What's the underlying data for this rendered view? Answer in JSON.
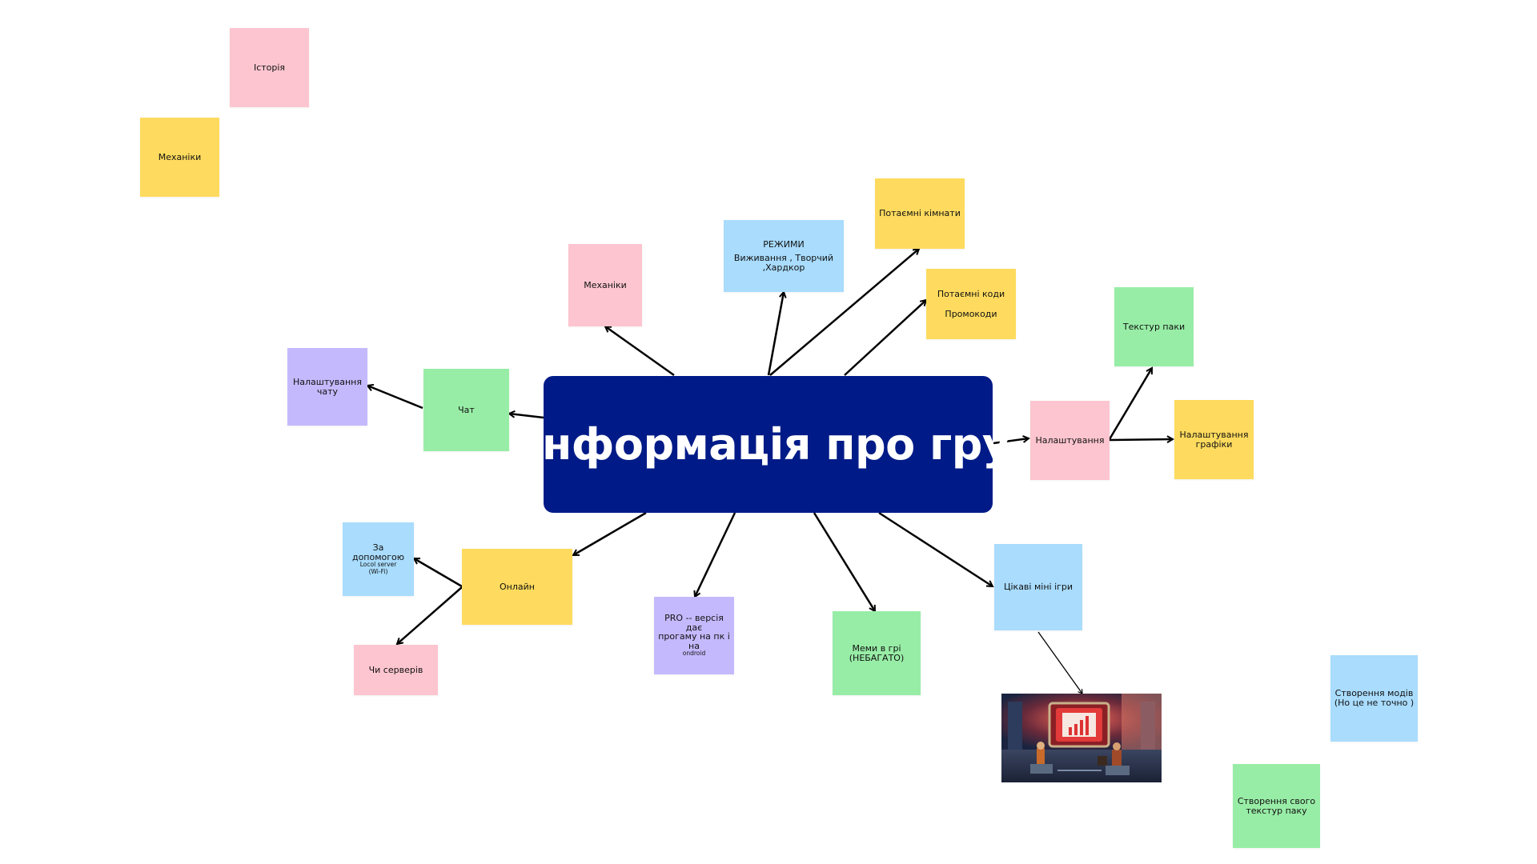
{
  "center": {
    "title": "Інформація про гру"
  },
  "notes": {
    "history": "Історія",
    "mechanics_top_left": "Механіки",
    "mechanics": "Механіки",
    "modes_title": "РЕЖИМИ",
    "modes_line1": "Виживання , Творчий",
    "modes_line2": ",Хардкор",
    "secret_rooms": "Потаємні кімнати",
    "secret_codes": "Потаємні коди",
    "promocodes": "Промокоди",
    "texture_packs": "Текстур паки",
    "settings": "Налаштування",
    "graphics_line1": "Налаштування",
    "graphics_line2": "графіки",
    "chat": "Чат",
    "chat_settings_line1": "Налаштування",
    "chat_settings_line2": "чату",
    "local_line1": "За допомогою",
    "local_line2": "Locol server",
    "local_line3": "(Wi-Fi)",
    "online": "Онлайн",
    "servers": "Чи серверів",
    "pro_line1": "PRO -- версія дає",
    "pro_line2": "прогаму на пк і на",
    "pro_line3": "ondroid",
    "memes_line1": "Меми в грі",
    "memes_line2": "(НЕБАГАТО)",
    "minigames": "Цікаві міні ігри",
    "mods_line1": "Створення модів",
    "mods_line2": "(Но це не точно )",
    "own_pack_line1": "Створення свого",
    "own_pack_line2": "текстур паку"
  },
  "colors": {
    "center_bg": "#001b87",
    "pink": "#fdc5cf",
    "yellow": "#fedb5e",
    "blue": "#a9dcfd",
    "green": "#98eda6",
    "purple": "#c5b9fd"
  },
  "image": {
    "kind": "game-scene-picture"
  }
}
